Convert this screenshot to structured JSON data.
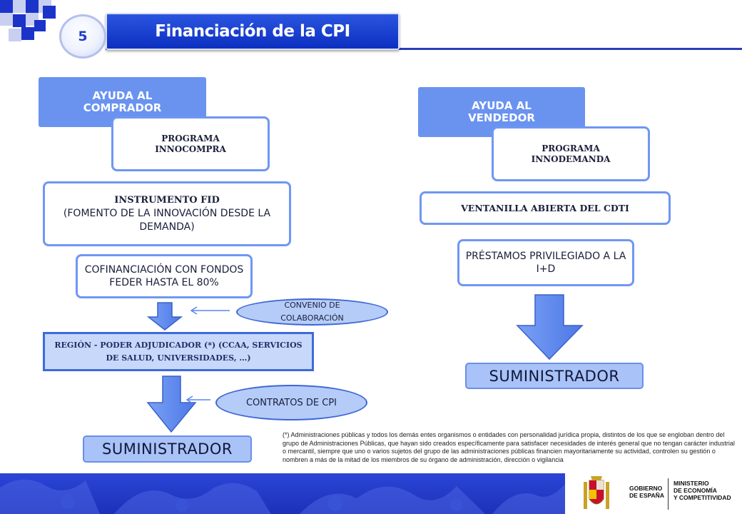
{
  "header": {
    "section_number": "5",
    "title": "Financiación de la CPI"
  },
  "left": {
    "header": "AYUDA AL COMPRADOR",
    "program": "PROGRAMA INNOCOMPRA",
    "instrument_title": "INSTRUMENTO FID",
    "instrument_desc": "(FOMENTO DE LA INNOVACIÓN DESDE LA DEMANDA)",
    "cofinancing": "COFINANCIACIÓN CON FONDOS FEDER HASTA EL 80%",
    "agreement": "CONVENIO DE COLABORACIÓN",
    "region": "REGIÓN - PODER ADJUDICADOR (*) (CCAA, SERVICIOS DE SALUD, UNIVERSIDADES, …)",
    "contracts": "CONTRATOS DE CPI",
    "supplier": "SUMINISTRADOR"
  },
  "right": {
    "header": "AYUDA AL VENDEDOR",
    "program": "PROGRAMA INNODEMANDA",
    "window": "VENTANILLA ABIERTA DEL CDTI",
    "loans": "PRÉSTAMOS PRIVILEGIADO A LA I+D",
    "supplier": "SUMINISTRADOR"
  },
  "footnote": "(*) Administraciones públicas y todos los demás entes organismos o entidades con personalidad jurídica propia, distintos de los que se engloban dentro del grupo de Administraciones Públicas, que hayan sido creados específicamente para satisfacer necesidades de interés general que no tengan carácter industrial o mercantil, siempre que uno o varios sujetos del grupo de las administraciones públicas financien mayoritariamente su actividad, controlen su gestión o nombren a más de la mitad de los miembros de su órgano de administración, dirección o vigilancia",
  "footer": {
    "gov_line1": "GOBIERNO",
    "gov_line2": "DE ESPAÑA",
    "ministry_line1": "MINISTERIO",
    "ministry_line2": "DE ECONOMÍA",
    "ministry_line3": "Y COMPETITIVIDAD"
  },
  "colors": {
    "primary_blue": "#1c33c9",
    "header_blue": "#6a93f0",
    "border_blue": "#6f97f3",
    "arrow_blue": "#5b86ee"
  }
}
